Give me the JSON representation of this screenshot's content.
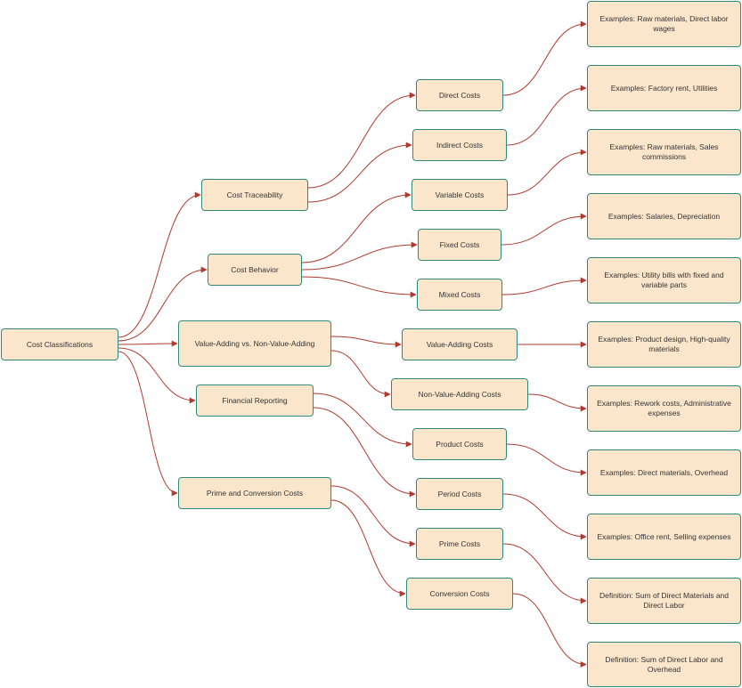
{
  "colors": {
    "node_fill": "#fbe6cc",
    "node_border": "#2e8b7a",
    "edge": "#b03a2e",
    "text": "#333333"
  },
  "nodes": {
    "root": "Cost Classifications",
    "traceability": "Cost Traceability",
    "behavior": "Cost Behavior",
    "value_adding": "Value-Adding vs. Non-Value-Adding",
    "financial": "Financial Reporting",
    "prime_conv": "Prime and Conversion Costs",
    "direct": "Direct Costs",
    "indirect": "Indirect Costs",
    "variable": "Variable Costs",
    "fixed": "Fixed Costs",
    "mixed": "Mixed Costs",
    "va_costs": "Value-Adding Costs",
    "nva_costs": "Non-Value-Adding Costs",
    "product": "Product Costs",
    "period": "Period Costs",
    "prime": "Prime Costs",
    "conversion": "Conversion Costs",
    "ex_direct": "Examples: Raw materials, Direct labor wages",
    "ex_indirect": "Examples: Factory rent, Utilities",
    "ex_variable": "Examples: Raw materials, Sales commissions",
    "ex_fixed": "Examples: Salaries, Depreciation",
    "ex_mixed": "Examples: Utility bills with fixed and variable parts",
    "ex_va": "Examples: Product design, High-quality materials",
    "ex_nva": "Examples: Rework costs, Administrative expenses",
    "ex_product": "Examples: Direct materials, Overhead",
    "ex_period": "Examples: Office rent, Selling expenses",
    "def_prime": "Definition: Sum of Direct Materials and Direct Labor",
    "def_conversion": "Definition: Sum of Direct Labor and Overhead"
  },
  "edges": [
    [
      "root",
      "traceability"
    ],
    [
      "root",
      "behavior"
    ],
    [
      "root",
      "value_adding"
    ],
    [
      "root",
      "financial"
    ],
    [
      "root",
      "prime_conv"
    ],
    [
      "traceability",
      "direct"
    ],
    [
      "traceability",
      "indirect"
    ],
    [
      "behavior",
      "variable"
    ],
    [
      "behavior",
      "fixed"
    ],
    [
      "behavior",
      "mixed"
    ],
    [
      "value_adding",
      "va_costs"
    ],
    [
      "value_adding",
      "nva_costs"
    ],
    [
      "financial",
      "product"
    ],
    [
      "financial",
      "period"
    ],
    [
      "prime_conv",
      "prime"
    ],
    [
      "prime_conv",
      "conversion"
    ],
    [
      "direct",
      "ex_direct"
    ],
    [
      "indirect",
      "ex_indirect"
    ],
    [
      "variable",
      "ex_variable"
    ],
    [
      "fixed",
      "ex_fixed"
    ],
    [
      "mixed",
      "ex_mixed"
    ],
    [
      "va_costs",
      "ex_va"
    ],
    [
      "nva_costs",
      "ex_nva"
    ],
    [
      "product",
      "ex_product"
    ],
    [
      "period",
      "ex_period"
    ],
    [
      "prime",
      "def_prime"
    ],
    [
      "conversion",
      "def_conversion"
    ]
  ]
}
